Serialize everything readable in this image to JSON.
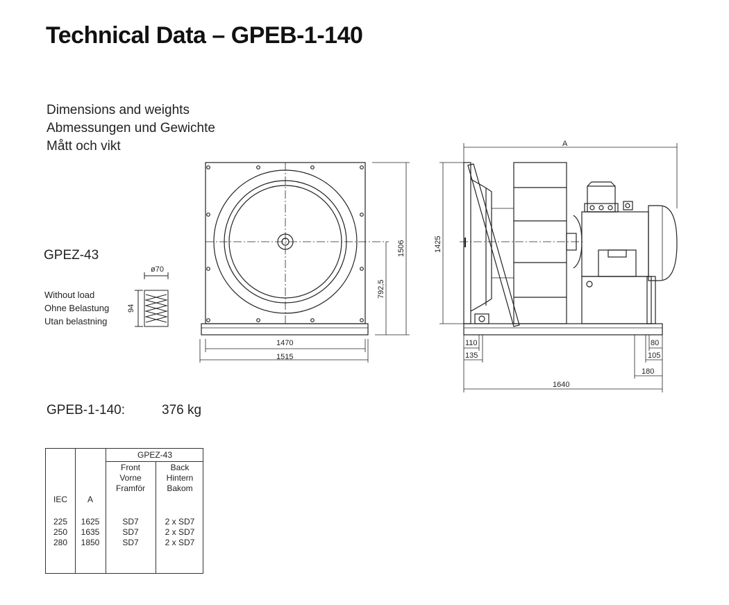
{
  "title": "Technical Data – GPEB-1-140",
  "subtitles": [
    "Dimensions and weights",
    "Abmessungen und Gewichte",
    "Mått och vikt"
  ],
  "damper": {
    "name": "GPEZ-43",
    "diameter_label": "ø70",
    "height_label": "94",
    "load_labels": [
      "Without load",
      "Ohne Belastung",
      "Utan belastning"
    ]
  },
  "front_view": {
    "dim_width_inner": "1470",
    "dim_width_outer": "1515",
    "dim_center_height": "792,5",
    "dim_total_height": "1506"
  },
  "side_view": {
    "dim_A": "A",
    "dim_height": "1425",
    "dim_110": "110",
    "dim_135": "135",
    "dim_80": "80",
    "dim_105": "105",
    "dim_180": "180",
    "dim_total": "1640"
  },
  "weight": {
    "model": "GPEB-1-140:",
    "value": "376 kg"
  },
  "table": {
    "group_header": "GPEZ-43",
    "col_iec": "IEC",
    "col_a": "A",
    "col_front": [
      "Front",
      "Vorne",
      "Framför"
    ],
    "col_back": [
      "Back",
      "Hintern",
      "Bakom"
    ],
    "rows": [
      {
        "iec": "225",
        "a": "1625",
        "front": "SD7",
        "back": "2 x SD7"
      },
      {
        "iec": "250",
        "a": "1635",
        "front": "SD7",
        "back": "2 x SD7"
      },
      {
        "iec": "280",
        "a": "1850",
        "front": "SD7",
        "back": "2 x SD7"
      }
    ]
  }
}
